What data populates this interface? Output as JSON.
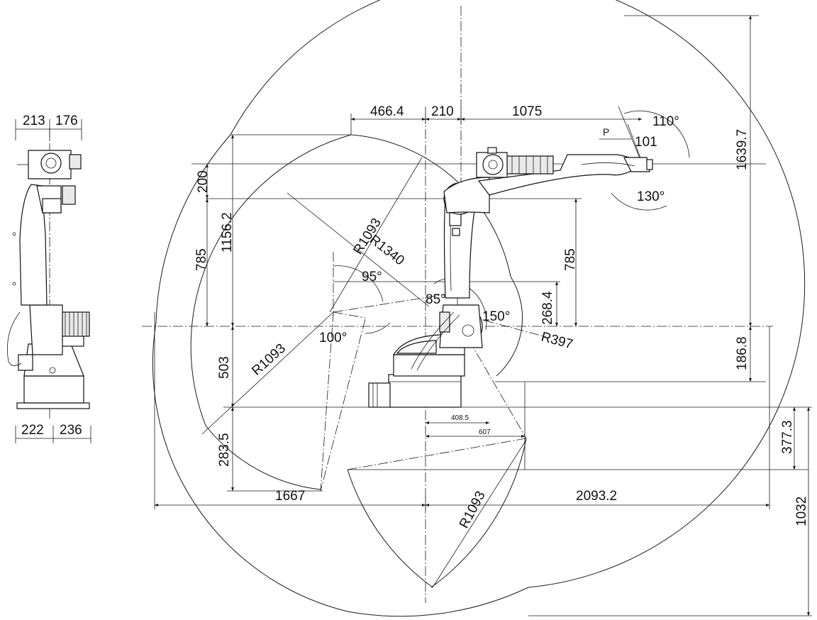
{
  "dimensions": {
    "side_top_left": "213",
    "side_top_right": "176",
    "side_bottom_left": "222",
    "side_bottom_right": "236",
    "top_466": "466.4",
    "top_210": "210",
    "top_1075": "1075",
    "p_label": "P",
    "d101": "101",
    "a110": "110°",
    "a130": "130°",
    "d1639": "1639.7",
    "d200": "200",
    "d1156": "1156.2",
    "d785_left": "785",
    "d785_right": "785",
    "r1093_upper": "R1093",
    "r1340": "R1340",
    "a95": "95°",
    "a85": "85°",
    "a150": "150°",
    "d268": "268.4",
    "r397": "R397",
    "a100": "100°",
    "d186": "186.8",
    "d503": "503",
    "r1093_left": "R1093",
    "d408": "408.5",
    "d607": "607",
    "d377": "377.3",
    "d283": "283.5",
    "d1667": "1667",
    "d2093": "2093.2",
    "r1093_lower": "R1093",
    "d1032": "1032"
  }
}
